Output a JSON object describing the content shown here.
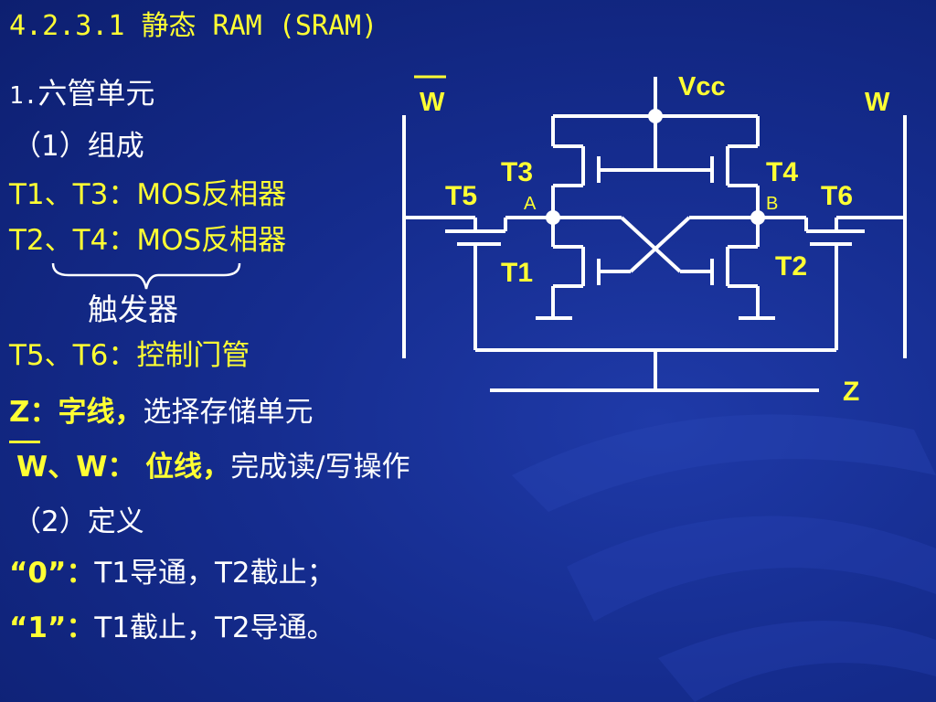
{
  "title": "4.2.3.1 静态 RAM (SRAM)",
  "section": {
    "num": "1.",
    "text": "六管单元"
  },
  "part1": "（1）组成",
  "line_t1t3": "T1、T3：MOS反相器",
  "line_t2t4": "T2、T4：MOS反相器",
  "brace_label": "触发器",
  "line_t5t6": "T5、T6：控制门管",
  "z_line": {
    "prefix": "Z：字线，",
    "rest": "选择存储单元"
  },
  "w_line": {
    "prefix": "W、W： 位线，",
    "rest": "完成读/写操作"
  },
  "part2": "（2）定义",
  "def0": {
    "prefix": "“0”：",
    "rest": "T1导通，T2截止；"
  },
  "def1": {
    "prefix": "“1”：",
    "rest": "T1截止，T2导通。"
  },
  "circuit": {
    "vcc": "Vcc",
    "w_bar": "W",
    "w": "W",
    "t1": "T1",
    "t2": "T2",
    "t3": "T3",
    "t4": "T4",
    "t5": "T5",
    "t6": "T6",
    "node_a": "A",
    "node_b": "B",
    "z": "Z"
  },
  "colors": {
    "background": "#152c8e",
    "accent": "#ffff33",
    "text": "#ffffff"
  }
}
